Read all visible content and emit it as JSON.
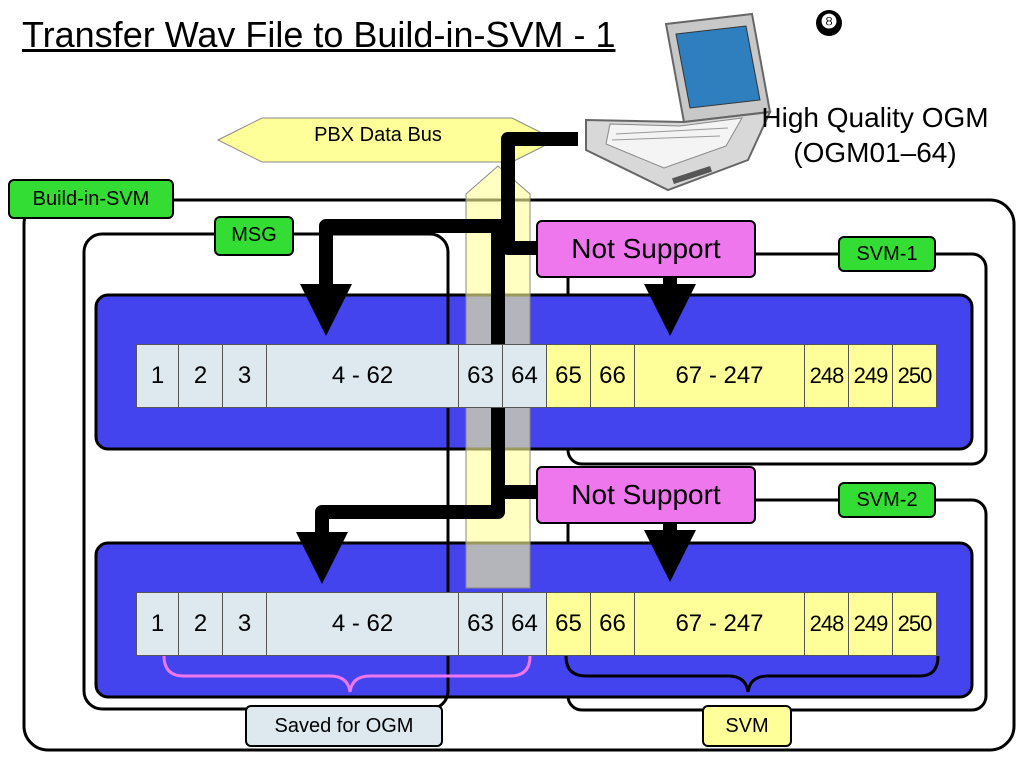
{
  "title": "Transfer Wav File to Build-in-SVM - 1",
  "slide_number": "❽",
  "ogm": {
    "line1": "High Quality OGM",
    "line2": "(OGM01–64)"
  },
  "bus": {
    "label": "PBX Data Bus"
  },
  "labels": {
    "build_in_svm": "Build-in-SVM",
    "msg": "MSG",
    "svm1": "SVM-1",
    "svm2": "SVM-2",
    "not_support": "Not Support",
    "saved_for_ogm": "Saved for OGM",
    "svm": "SVM"
  },
  "cells": [
    "1",
    "2",
    "3",
    "4 - 62",
    "63",
    "64",
    "65",
    "66",
    "67 - 247",
    "248",
    "249",
    "250"
  ],
  "colors": {
    "blue_panel": "#4444ee",
    "cell_light": "#dde8ef",
    "cell_yellow": "#ffff99",
    "green": "#33dd33",
    "magenta": "#ee77ee"
  }
}
